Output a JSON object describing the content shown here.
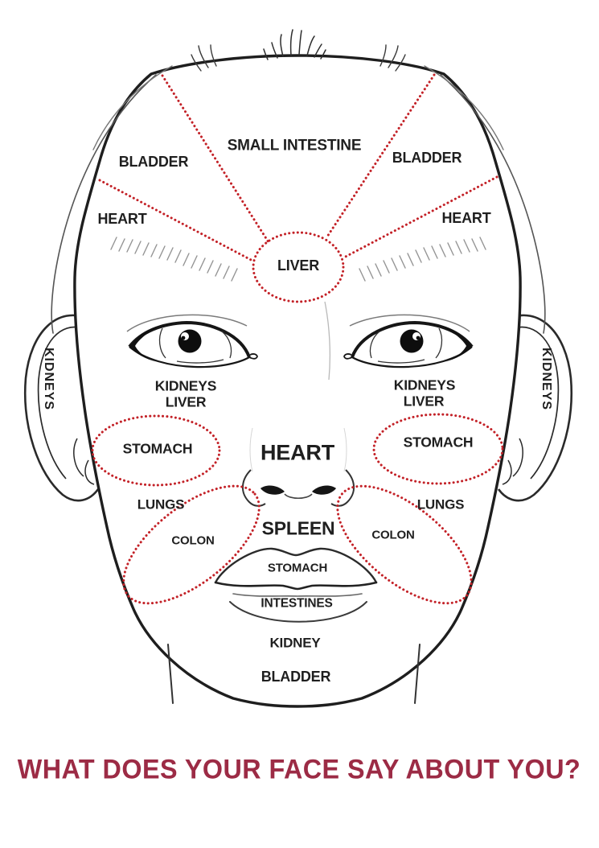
{
  "title": {
    "text": "WHAT DOES YOUR FACE SAY ABOUT YOU?"
  },
  "colors": {
    "accent_red": "#c32127",
    "outline": "#1e1e1e",
    "title_maroon": "#9c2b45"
  },
  "face_map": {
    "forehead": {
      "small_intestine": "SMALL INTESTINE",
      "bladder_left": "BLADDER",
      "bladder_right": "BLADDER",
      "heart_left": "HEART",
      "heart_right": "HEART",
      "liver": "LIVER"
    },
    "ears": {
      "kidneys_left": "KIDNEYS",
      "kidneys_right": "KIDNEYS"
    },
    "under_eyes": {
      "kidneys_left": "KIDNEYS",
      "liver_left": "LIVER",
      "kidneys_right": "KIDNEYS",
      "liver_right": "LIVER"
    },
    "cheeks": {
      "stomach_left": "STOMACH",
      "stomach_right": "STOMACH",
      "lungs_left": "LUNGS",
      "lungs_right": "LUNGS",
      "colon_left": "COLON",
      "colon_right": "COLON"
    },
    "nose": {
      "heart": "HEART"
    },
    "mouth": {
      "spleen": "SPLEEN",
      "stomach": "STOMACH",
      "intestines": "INTESTINES"
    },
    "chin": {
      "kidney": "KIDNEY",
      "bladder": "BLADDER"
    }
  }
}
